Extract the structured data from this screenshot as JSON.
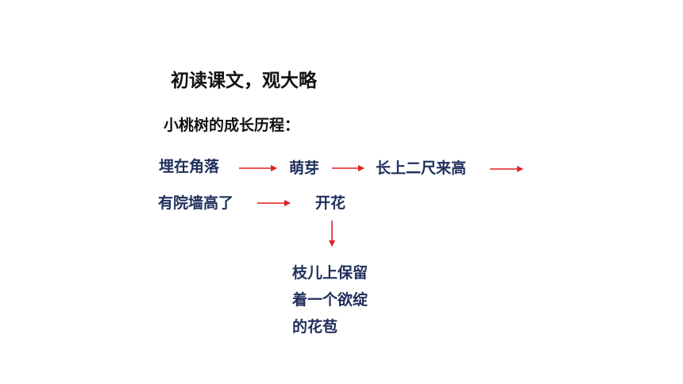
{
  "slide": {
    "title": "初读课文，观大略",
    "subtitle": "小桃树的成长历程：",
    "stages": [
      "埋在角落",
      "萌芽",
      "长上二尺来高",
      "有院墙高了",
      "开花"
    ],
    "final_stage_lines": [
      "枝儿上保留",
      "着一个欲绽",
      "的花苞"
    ]
  },
  "colors": {
    "title_text": "#111111",
    "stage_text": "#1f2f5c",
    "arrow": "#e02020"
  }
}
